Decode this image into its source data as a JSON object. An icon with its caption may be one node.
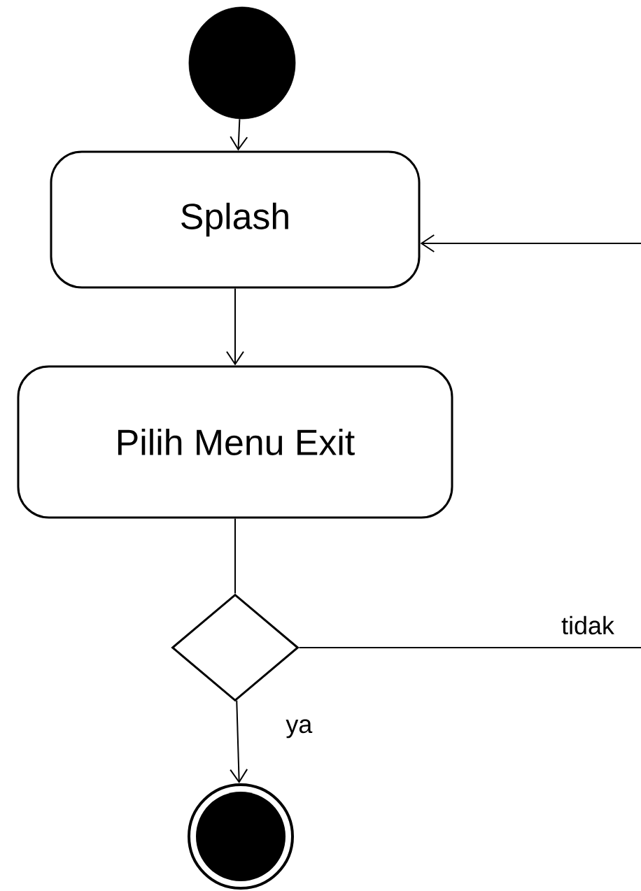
{
  "diagram": {
    "nodes": [
      {
        "text": [],
        "shape": "circle"
      },
      {
        "text": [
          "Splash"
        ]
      },
      {
        "text": [
          "Pilih Menu Exit"
        ]
      },
      {
        "text": [],
        "shape": "diamond"
      },
      {
        "text": [],
        "shape": "circle"
      }
    ],
    "edges": [
      {
        "from": 0,
        "to": 1,
        "arrow": "to"
      },
      {
        "from": 1,
        "to": 2,
        "arrow": "to"
      },
      {
        "from": 2,
        "to": 3,
        "arrow": "none"
      },
      {
        "from": 3,
        "to": 4,
        "arrow": "to",
        "label": "ya"
      },
      {
        "from": 3,
        "to": null,
        "arrow": "none",
        "label": "tidak"
      },
      {
        "from": null,
        "to": 1,
        "arrow": "to"
      }
    ]
  }
}
